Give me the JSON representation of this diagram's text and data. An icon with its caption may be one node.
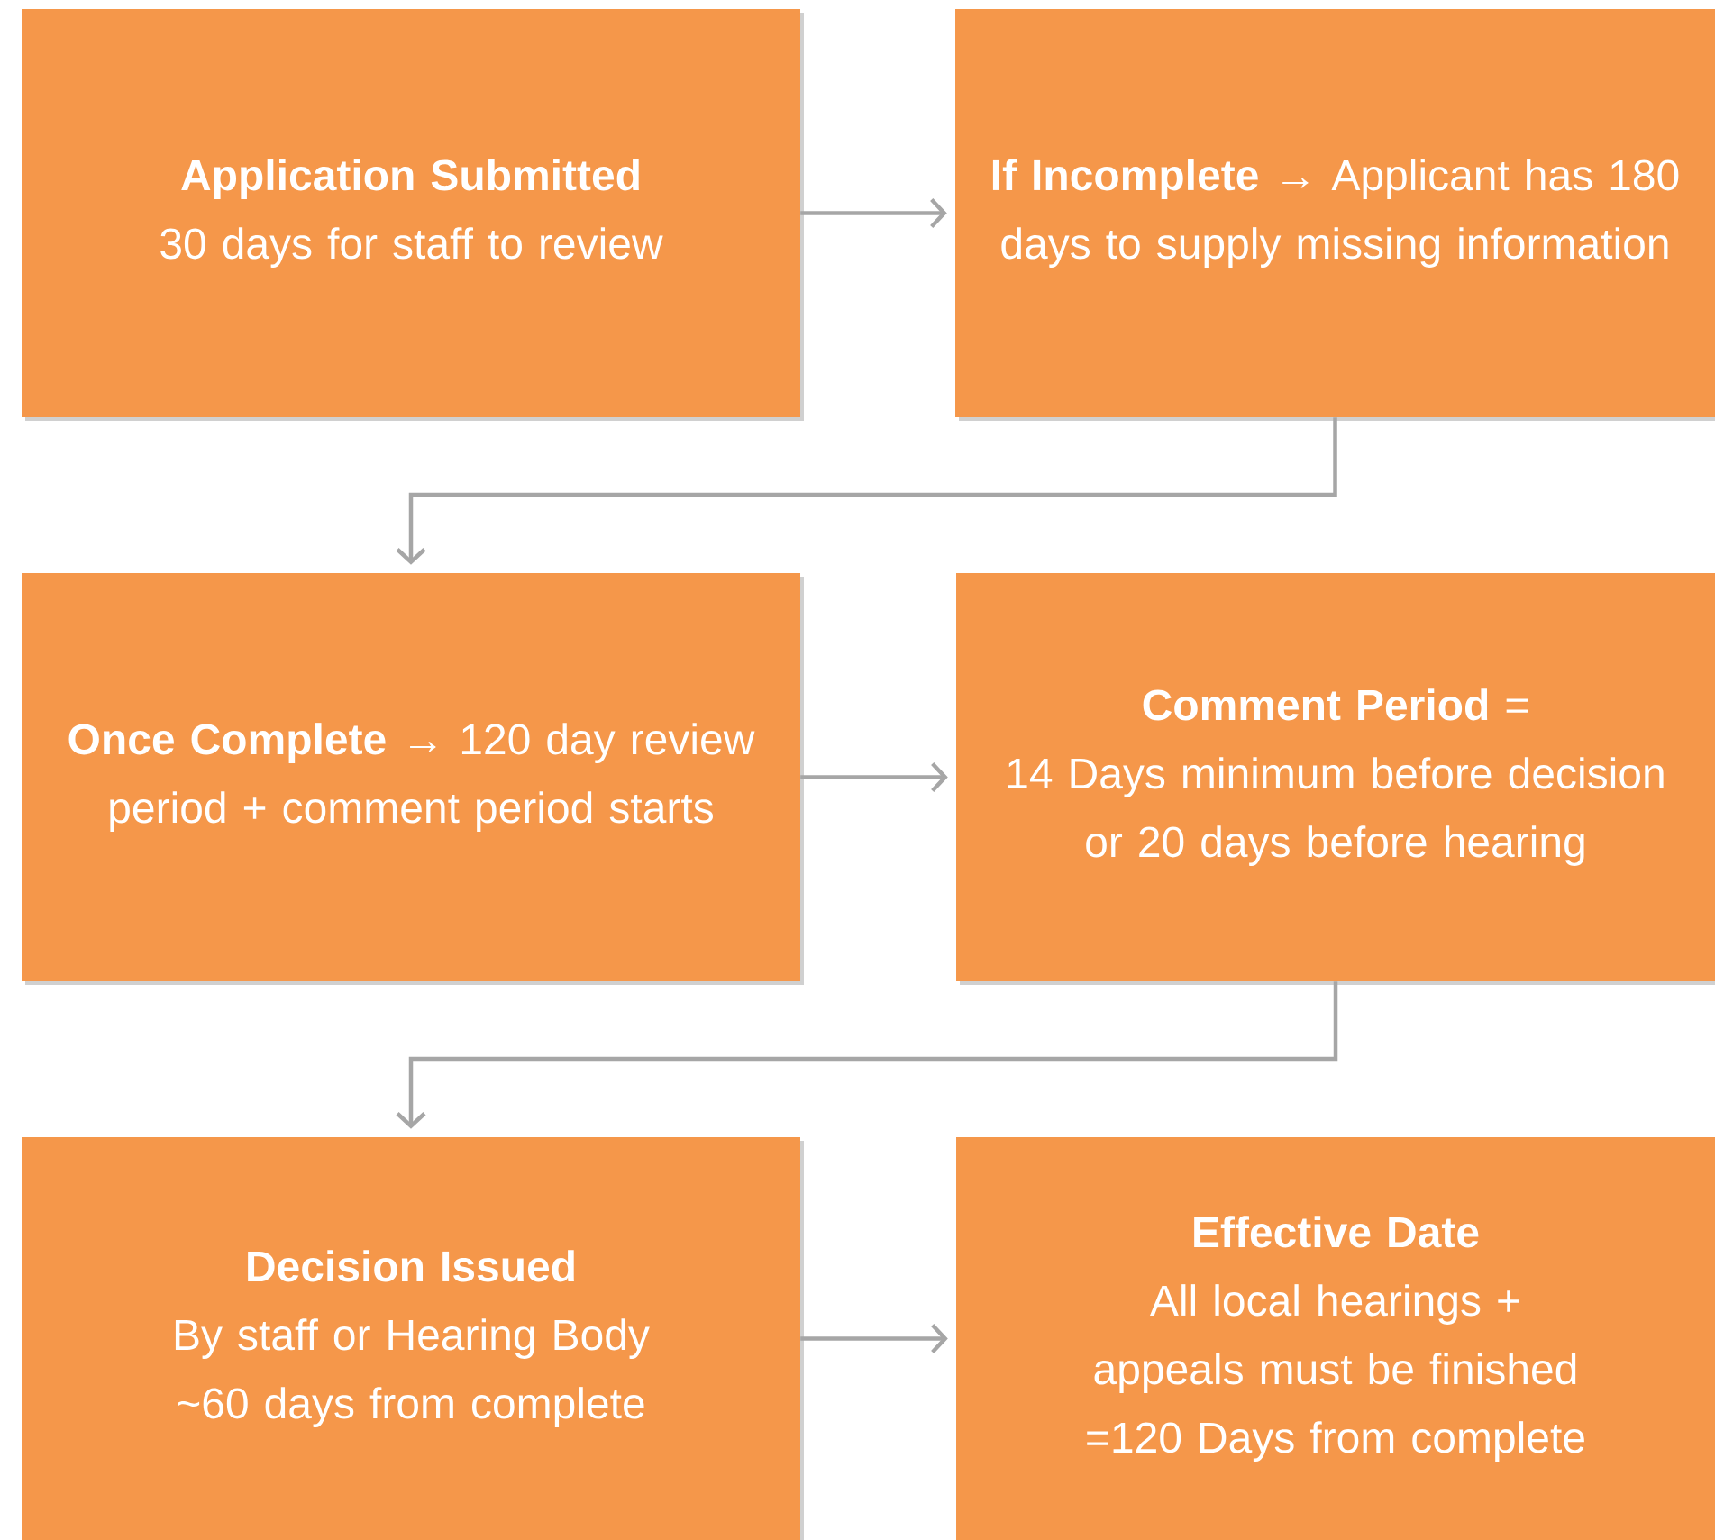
{
  "diagram": {
    "nodes": [
      {
        "text": [
          "Application Submitted",
          "30 days for staff to review"
        ]
      },
      {
        "text": [
          "**If Incomplete →** Applicant has 180 days to supply missing information"
        ]
      },
      {
        "text": [
          "**Once Complete →** 120 day review period + comment period starts"
        ]
      },
      {
        "text": [
          "**Comment Period** =",
          "14 Days minimum before decision or 20 days before hearing"
        ]
      },
      {
        "text": [
          "Decision Issued",
          "By staff or Hearing Body",
          "~60 days from complete"
        ]
      },
      {
        "text": [
          "Effective Date",
          "All local hearings + appeals must be finished",
          "=120 Days from complete"
        ]
      }
    ],
    "edges": [
      {
        "from": 0,
        "to": 1,
        "arrow": "to"
      },
      {
        "from": 1,
        "to": 2,
        "arrow": "to"
      },
      {
        "from": 2,
        "to": 3,
        "arrow": "to"
      },
      {
        "from": 3,
        "to": 4,
        "arrow": "to"
      },
      {
        "from": 4,
        "to": 5,
        "arrow": "to"
      }
    ]
  }
}
